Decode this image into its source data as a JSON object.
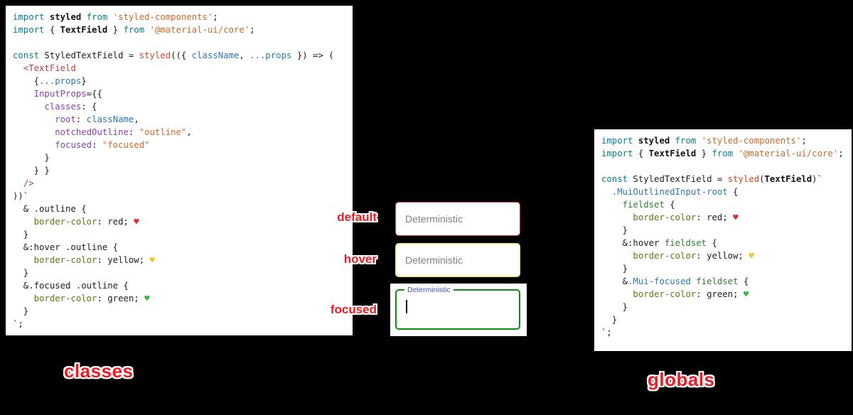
{
  "colors": {
    "accent_red": "#ed1c24",
    "page_background": "#000000",
    "code_panel_background": "#ffffff"
  },
  "textfields": {
    "default": {
      "state_label": "default",
      "text": "Deterministic",
      "border_color": "#e53935"
    },
    "hover": {
      "state_label": "hover",
      "text": "Deterministic",
      "border_color": "#f4e842"
    },
    "focused": {
      "state_label": "focused",
      "floating_label": "Deterministic",
      "value": "",
      "border_color": "#0f8a0f",
      "floating_label_color": "#3f51b5"
    }
  },
  "code_panels": {
    "classes": {
      "caption": "classes",
      "lines": [
        [
          {
            "t": "import",
            "c": "kw"
          },
          {
            "t": " "
          },
          {
            "t": "styled",
            "c": "b"
          },
          {
            "t": " "
          },
          {
            "t": "from",
            "c": "kw"
          },
          {
            "t": " "
          },
          {
            "t": "'styled-components'",
            "c": "str"
          },
          {
            "t": ";"
          }
        ],
        [
          {
            "t": "import",
            "c": "kw"
          },
          {
            "t": " { "
          },
          {
            "t": "TextField",
            "c": "b"
          },
          {
            "t": " } "
          },
          {
            "t": "from",
            "c": "kw"
          },
          {
            "t": " "
          },
          {
            "t": "'@material-ui/core'",
            "c": "str"
          },
          {
            "t": ";"
          }
        ],
        [],
        [
          {
            "t": "const",
            "c": "kw"
          },
          {
            "t": " StyledTextField = "
          },
          {
            "t": "styled",
            "c": "fn"
          },
          {
            "t": "(({ "
          },
          {
            "t": "className",
            "c": "var"
          },
          {
            "t": ", "
          },
          {
            "t": "...props",
            "c": "var"
          },
          {
            "t": " }) => ("
          }
        ],
        [
          {
            "t": "  "
          },
          {
            "t": "<TextField",
            "c": "tag"
          }
        ],
        [
          {
            "t": "    {"
          },
          {
            "t": "...props",
            "c": "var"
          },
          {
            "t": "}"
          }
        ],
        [
          {
            "t": "    "
          },
          {
            "t": "InputProps",
            "c": "prop"
          },
          {
            "t": "={{"
          }
        ],
        [
          {
            "t": "      "
          },
          {
            "t": "classes",
            "c": "prop"
          },
          {
            "t": ": {"
          }
        ],
        [
          {
            "t": "        "
          },
          {
            "t": "root",
            "c": "prop"
          },
          {
            "t": ": "
          },
          {
            "t": "className",
            "c": "var"
          },
          {
            "t": ","
          }
        ],
        [
          {
            "t": "        "
          },
          {
            "t": "notchedOutline",
            "c": "prop"
          },
          {
            "t": ": "
          },
          {
            "t": "\"outline\"",
            "c": "str"
          },
          {
            "t": ","
          }
        ],
        [
          {
            "t": "        "
          },
          {
            "t": "focused",
            "c": "prop"
          },
          {
            "t": ": "
          },
          {
            "t": "\"focused\"",
            "c": "str"
          }
        ],
        [
          {
            "t": "      }"
          }
        ],
        [
          {
            "t": "    } }"
          }
        ],
        [
          {
            "t": "  "
          },
          {
            "t": "/>",
            "c": "tag"
          }
        ],
        [
          {
            "t": "))`"
          }
        ],
        [
          {
            "t": "  & .outline {"
          }
        ],
        [
          {
            "t": "    "
          },
          {
            "t": "border-color",
            "c": "cssprop"
          },
          {
            "t": ": red; "
          },
          {
            "t": "♥",
            "c": "heart-red"
          }
        ],
        [
          {
            "t": "  }"
          }
        ],
        [
          {
            "t": "  &:hover .outline {"
          }
        ],
        [
          {
            "t": "    "
          },
          {
            "t": "border-color",
            "c": "cssprop"
          },
          {
            "t": ": yellow; "
          },
          {
            "t": "♥",
            "c": "heart-yellow"
          }
        ],
        [
          {
            "t": "  }"
          }
        ],
        [
          {
            "t": "  &.focused .outline {"
          }
        ],
        [
          {
            "t": "    "
          },
          {
            "t": "border-color",
            "c": "cssprop"
          },
          {
            "t": ": green; "
          },
          {
            "t": "♥",
            "c": "heart-green"
          }
        ],
        [
          {
            "t": "  }"
          }
        ],
        [
          {
            "t": "`;"
          }
        ]
      ]
    },
    "globals": {
      "caption": "globals",
      "lines": [
        [
          {
            "t": "import",
            "c": "kw"
          },
          {
            "t": " "
          },
          {
            "t": "styled",
            "c": "b"
          },
          {
            "t": " "
          },
          {
            "t": "from",
            "c": "kw"
          },
          {
            "t": " "
          },
          {
            "t": "'styled-components'",
            "c": "str"
          },
          {
            "t": ";"
          }
        ],
        [
          {
            "t": "import",
            "c": "kw"
          },
          {
            "t": " { "
          },
          {
            "t": "TextField",
            "c": "b"
          },
          {
            "t": " } "
          },
          {
            "t": "from",
            "c": "kw"
          },
          {
            "t": " "
          },
          {
            "t": "'@material-ui/core'",
            "c": "str"
          },
          {
            "t": ";"
          }
        ],
        [],
        [
          {
            "t": "const",
            "c": "kw"
          },
          {
            "t": " StyledTextField = "
          },
          {
            "t": "styled",
            "c": "fn"
          },
          {
            "t": "("
          },
          {
            "t": "TextField",
            "c": "b"
          },
          {
            "t": ")`"
          }
        ],
        [
          {
            "t": "  "
          },
          {
            "t": ".MuiOutlinedInput-root",
            "c": "selc"
          },
          {
            "t": " {"
          }
        ],
        [
          {
            "t": "    "
          },
          {
            "t": "fieldset",
            "c": "sele"
          },
          {
            "t": " {"
          }
        ],
        [
          {
            "t": "      "
          },
          {
            "t": "border-color",
            "c": "cssprop"
          },
          {
            "t": ": red; "
          },
          {
            "t": "♥",
            "c": "heart-red"
          }
        ],
        [
          {
            "t": "    }"
          }
        ],
        [
          {
            "t": "    &:hover "
          },
          {
            "t": "fieldset",
            "c": "sele"
          },
          {
            "t": " {"
          }
        ],
        [
          {
            "t": "      "
          },
          {
            "t": "border-color",
            "c": "cssprop"
          },
          {
            "t": ": yellow; "
          },
          {
            "t": "♥",
            "c": "heart-yellow"
          }
        ],
        [
          {
            "t": "    }"
          }
        ],
        [
          {
            "t": "    &"
          },
          {
            "t": ".Mui-focused",
            "c": "selc"
          },
          {
            "t": " "
          },
          {
            "t": "fieldset",
            "c": "sele"
          },
          {
            "t": " {"
          }
        ],
        [
          {
            "t": "      "
          },
          {
            "t": "border-color",
            "c": "cssprop"
          },
          {
            "t": ": green; "
          },
          {
            "t": "♥",
            "c": "heart-green"
          }
        ],
        [
          {
            "t": "    }"
          }
        ],
        [
          {
            "t": "  }"
          }
        ],
        [
          {
            "t": "`;"
          }
        ]
      ]
    }
  }
}
